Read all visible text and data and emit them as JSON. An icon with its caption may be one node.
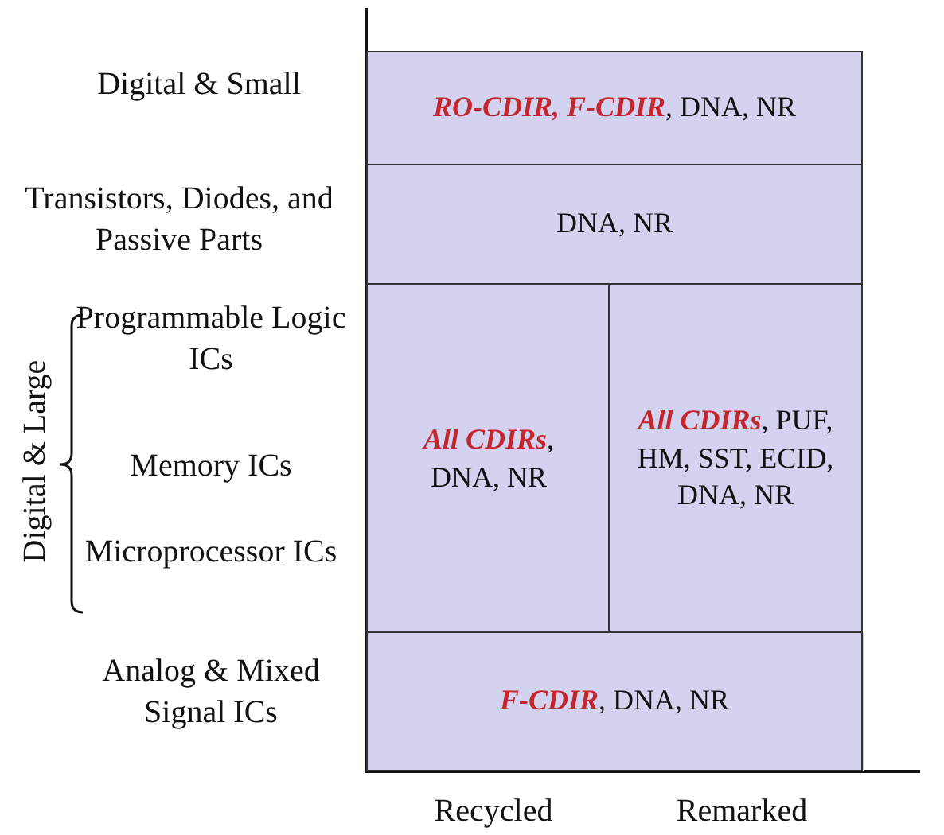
{
  "diagram": {
    "nodes": [
      {
        "text": [
          "**RO-CDIR, F-CDIR**, DNA, NR"
        ]
      },
      {
        "text": [
          "DNA, NR"
        ]
      },
      {
        "text": [
          "**All CDIRs**, DNA, NR"
        ]
      },
      {
        "text": [
          "**All CDIRs**, PUF, HM, SST, ECID, DNA, NR"
        ]
      },
      {
        "text": [
          "**F-CDIR**, DNA, NR"
        ]
      }
    ],
    "labels": [
      "Digital & Small",
      "Transistors, Diodes, and Passive Parts",
      "Digital & Large",
      "Programmable Logic ICs",
      "Memory ICs",
      "Microprocessor ICs",
      "Analog & Mixed Signal ICs",
      "Recycled",
      "Remarked"
    ]
  }
}
